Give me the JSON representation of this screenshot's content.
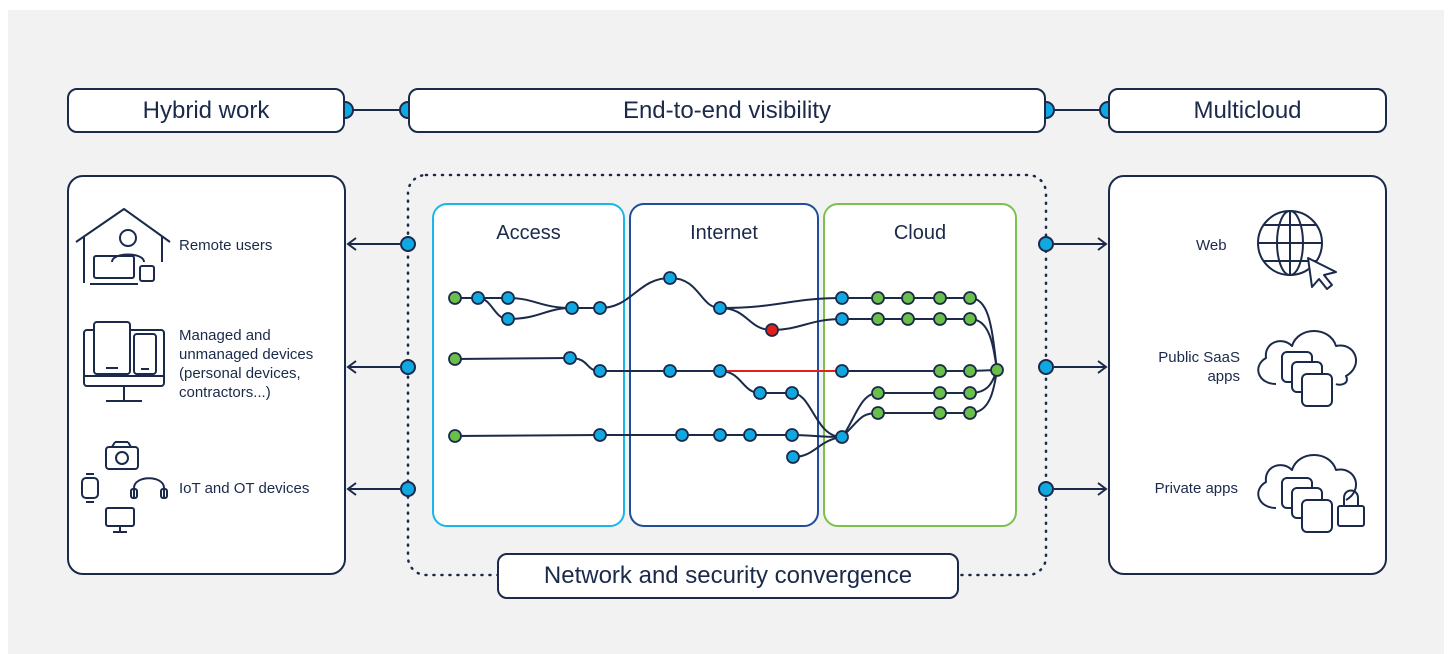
{
  "header": {
    "hybrid_work": "Hybrid work",
    "visibility": "End-to-end visibility",
    "multicloud": "Multicloud"
  },
  "left_panel": {
    "items": [
      {
        "label": "Remote users",
        "icon": "remote-user-house-icon"
      },
      {
        "label": "Managed and unmanaged devices (personal devices, contractors...)",
        "icon": "devices-icon"
      },
      {
        "label": "IoT and OT devices",
        "icon": "iot-devices-icon"
      }
    ]
  },
  "zones": {
    "access": "Access",
    "internet": "Internet",
    "cloud": "Cloud"
  },
  "convergence": "Network and security convergence",
  "right_panel": {
    "items": [
      {
        "label": "Web",
        "icon": "globe-cursor-icon"
      },
      {
        "label": "Public SaaS apps",
        "icon": "public-saas-cloud-icon"
      },
      {
        "label": "Private apps",
        "icon": "private-apps-lock-icon"
      }
    ]
  },
  "colors": {
    "navy": "#1b2a4a",
    "node_blue": "#0fa8e0",
    "node_green": "#6abf4b",
    "node_red": "#e0201b",
    "access_border": "#1bb6e8",
    "internet_border": "#1e4e9c",
    "cloud_border": "#7cc24a",
    "background": "#f2f2f2"
  }
}
